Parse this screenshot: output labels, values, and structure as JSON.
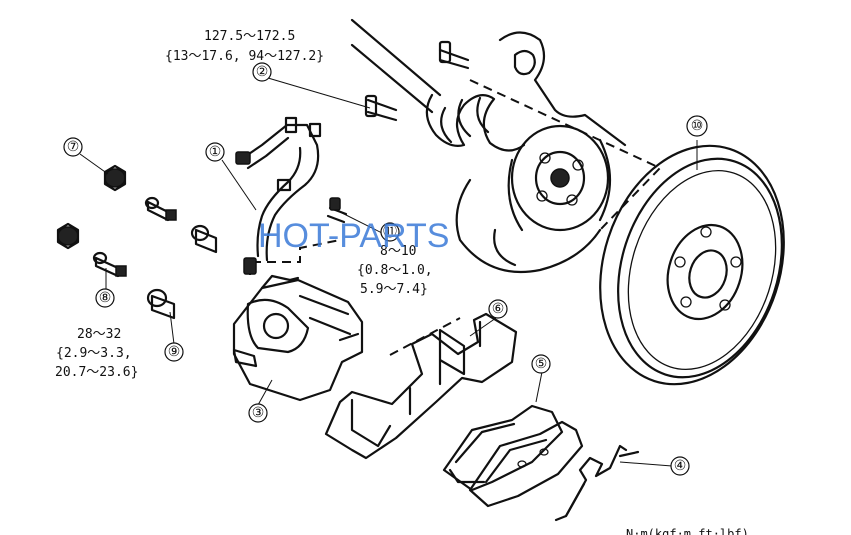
{
  "watermark": "HOT-PARTS",
  "units_note": "N·m(kgf·m,ft·lbf)",
  "callouts": {
    "c1": "①",
    "c2": "②",
    "c3": "③",
    "c4": "④",
    "c5": "⑤",
    "c6": "⑥",
    "c7": "⑦",
    "c8": "⑧",
    "c9": "⑨",
    "c10": "⑩",
    "c11": "⑪"
  },
  "torque_specs": {
    "knuckle_bolt": {
      "line1": "127.5～172.5",
      "line2": "{13～17.6, 94～127.2}"
    },
    "bleeder": {
      "line1": "8～10",
      "line2": "{0.8～1.0,",
      "line3": "5.9～7.4}"
    },
    "guide_pin": {
      "line1": "28～32",
      "line2": "{2.9～3.3,",
      "line3": "20.7～23.6}"
    }
  }
}
